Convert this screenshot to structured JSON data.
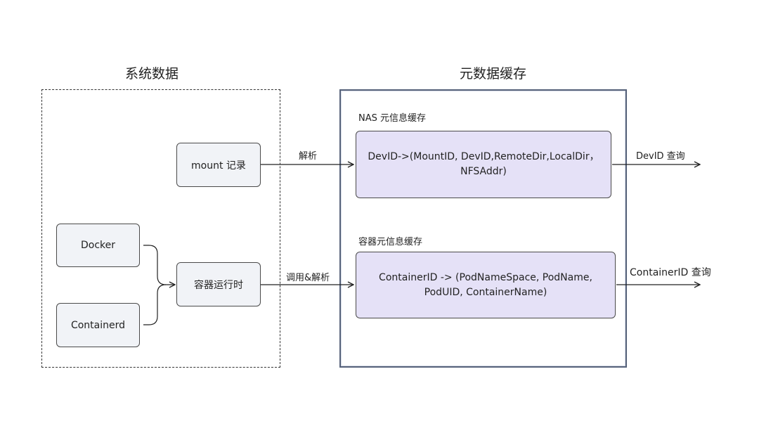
{
  "left_group": {
    "title": "系统数据",
    "nodes": {
      "mount": "mount 记录",
      "docker": "Docker",
      "containerd": "Containerd",
      "runtime": "容器运行时"
    }
  },
  "right_group": {
    "title": "元数据缓存",
    "nas": {
      "heading": "NAS 元信息缓存",
      "line1": "DevID->(MountID, DevID,RemoteDir,LocalDir，",
      "line2": "NFSAddr)"
    },
    "container": {
      "heading": "容器元信息缓存",
      "line1": "ContainerID -> (PodNameSpace,  PodName,",
      "line2": "PodUID, ContainerName)"
    }
  },
  "edges": {
    "parse": "解析",
    "call_parse": "调用&解析",
    "devid_query": "DevID 查询",
    "containerid_query": "ContainerID  查询"
  }
}
